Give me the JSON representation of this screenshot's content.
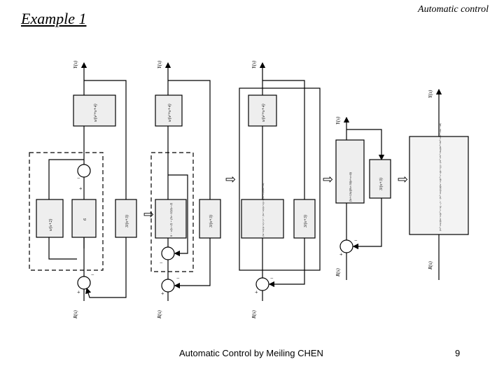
{
  "header": {
    "title": "Example 1",
    "subtitle": "Automatic control"
  },
  "footer": {
    "credit": "Automatic Control by Meiling CHEN",
    "page_number": "9"
  },
  "signals": {
    "output": "Y(s)",
    "input": "R(s)"
  },
  "blocks": {
    "g1": "s/(s²+s+4)",
    "g2": "s/(s+2)",
    "g3": "6",
    "h1": "3/(s+3)",
    "fwd": "6 − s/(s+2) = (5s+12)/(s+2)",
    "closed": "(5s+12)/(s+2) / (1 + (5s+12)/(s+2)) = (5s+12)/(6s+14)",
    "series": "(5s²+12s)/((6s+14)(s²+s+4))",
    "final": "(5s²+12s)/((6s+14)(s²+s+4)) ÷ [1 − (5s²+12s)(3)/((6s+14)(s²+s+4)(s+3))] = (5s³+27s²+36s)/(6s⁴+38s³+113s²+206s+168)"
  },
  "signs": {
    "plus": "+",
    "minus": "−"
  },
  "arrow": "⇨"
}
